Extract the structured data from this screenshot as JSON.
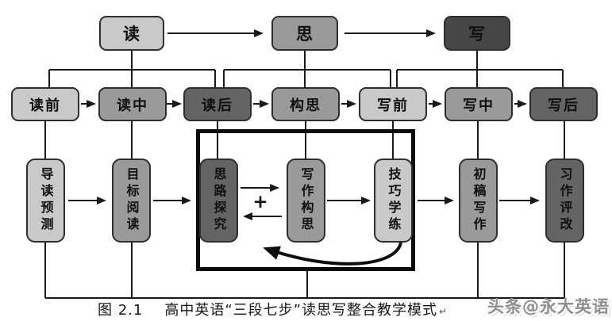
{
  "figure": {
    "caption_prefix": "图 2.1",
    "caption_text": "高中英语“三段七步”读思写整合教学模式",
    "return_mark": "↵",
    "watermark": "头条@永大英语"
  },
  "stages": [
    {
      "label": "读",
      "tone": "light"
    },
    {
      "label": "思",
      "tone": "medium"
    },
    {
      "label": "写",
      "tone": "darkest"
    }
  ],
  "steps": [
    {
      "label": "读前",
      "tone": "light"
    },
    {
      "label": "读中",
      "tone": "medium"
    },
    {
      "label": "读后",
      "tone": "dark"
    },
    {
      "label": "构思",
      "tone": "medium"
    },
    {
      "label": "写前",
      "tone": "light"
    },
    {
      "label": "写中",
      "tone": "medium"
    },
    {
      "label": "写后",
      "tone": "dark"
    }
  ],
  "activities": [
    {
      "label": "导读预测",
      "tone": "light"
    },
    {
      "label": "目标阅读",
      "tone": "medium"
    },
    {
      "label": "思路探究",
      "tone": "dark"
    },
    {
      "label": "写作构思",
      "tone": "medium"
    },
    {
      "label": "技巧学练",
      "tone": "light"
    },
    {
      "label": "初稿写作",
      "tone": "medium"
    },
    {
      "label": "习作评改",
      "tone": "dark"
    }
  ],
  "symbols": {
    "plus": "+"
  },
  "colors": {
    "light": "#c9c9c9",
    "medium": "#9a9a9a",
    "dark": "#646464",
    "darkest": "#474747",
    "line": "#1a1a1a",
    "background": "#ffffff",
    "wm": "#8f8f8f"
  }
}
